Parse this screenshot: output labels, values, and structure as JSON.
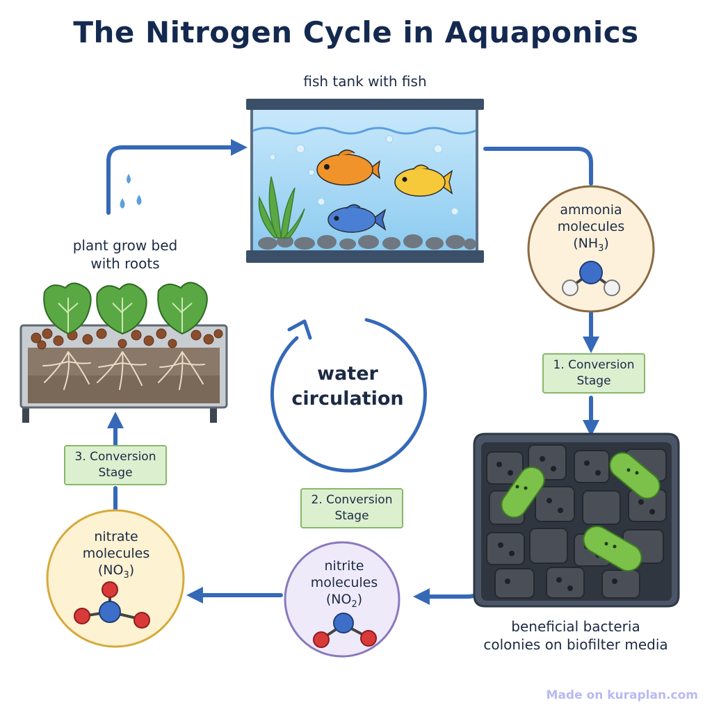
{
  "title": "The Nitrogen Cycle in Aquaponics",
  "fish_tank": {
    "label": "fish tank with fish"
  },
  "ammonia": {
    "line1": "ammonia",
    "line2": "molecules",
    "formula": "NH",
    "sub": "3"
  },
  "stage1": {
    "line1": "1. Conversion",
    "line2": "Stage"
  },
  "stage2": {
    "line1": "2. Conversion",
    "line2": "Stage"
  },
  "stage3": {
    "line1": "3. Conversion",
    "line2": "Stage"
  },
  "biofilter": {
    "line1": "beneficial bacteria",
    "line2": "colonies on biofilter media"
  },
  "nitrite": {
    "line1": "nitrite",
    "line2": "molecules",
    "formula": "NO",
    "sub": "2"
  },
  "nitrate": {
    "line1": "nitrate",
    "line2": "molecules",
    "formula": "NO",
    "sub": "3"
  },
  "grow_bed": {
    "line1": "plant grow bed",
    "line2": "with roots"
  },
  "center": {
    "line1": "water",
    "line2": "circulation"
  },
  "watermark": "Made on kuraplan.com",
  "colors": {
    "arrow": "#3569b8",
    "title": "#14294f",
    "stage_fill": "#dcefcf",
    "stage_border": "#86b86a",
    "ammonia_fill": "#fdf1dc",
    "ammonia_border": "#8a6a43",
    "nitrite_fill": "#efeafa",
    "nitrite_border": "#8a78be",
    "nitrate_fill": "#fdf2d2",
    "nitrate_border": "#d6a93a",
    "water": "#a9d8f5",
    "bacteria": "#7cc14a"
  }
}
